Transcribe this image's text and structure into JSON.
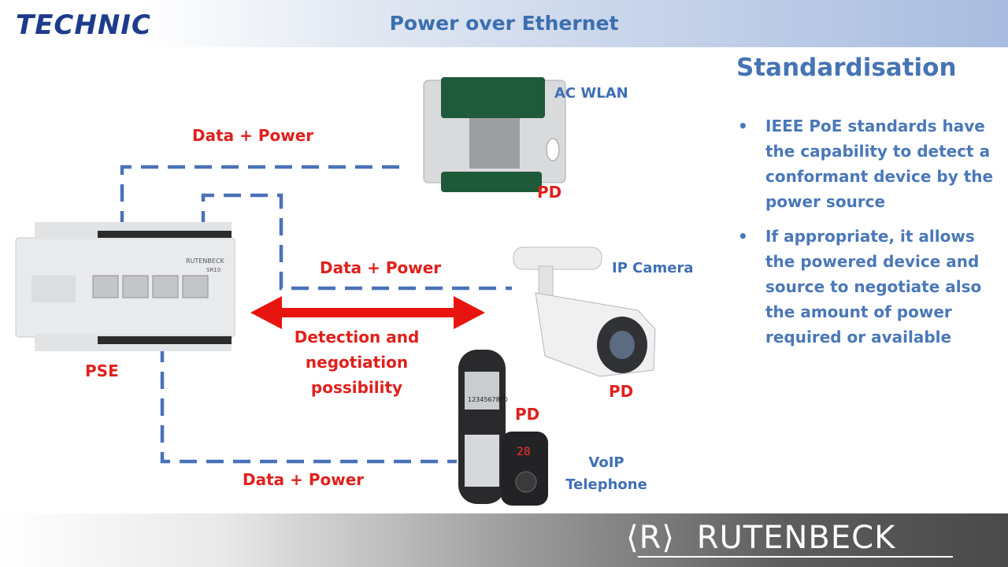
{
  "header": {
    "logo_text": "TECHNIC",
    "title": "Power over Ethernet"
  },
  "diagram": {
    "link_wlan_label": "Data + Power",
    "link_camera_label": "Data + Power",
    "link_phone_label": "Data + Power",
    "negotiation_label_lines": [
      "Detection and",
      "negotiation",
      "possibility"
    ],
    "pse_label": "PSE",
    "switch_brand": "RUTENBECK",
    "switch_model": "SR10",
    "wlan": {
      "name": "AC WLAN",
      "role": "PD"
    },
    "camera": {
      "name": "IP Camera",
      "role": "PD"
    },
    "phone": {
      "name_lines": [
        "VoIP",
        "Telephone"
      ],
      "role": "PD",
      "display_number": "1234567890",
      "base_display": "28"
    }
  },
  "side_panel": {
    "heading": "Standardisation",
    "bullets": [
      "IEEE PoE standards have the capability to detect a conformant device by the power source",
      "If appropriate, it allows the powered device and source to negotiate also the amount of power required or available"
    ]
  },
  "footer": {
    "brand": "RUTENBECK",
    "mark": "R"
  },
  "colors": {
    "accent_blue": "#3f6fb5",
    "accent_red": "#e0201c",
    "dash_blue": "#4a72b8"
  }
}
